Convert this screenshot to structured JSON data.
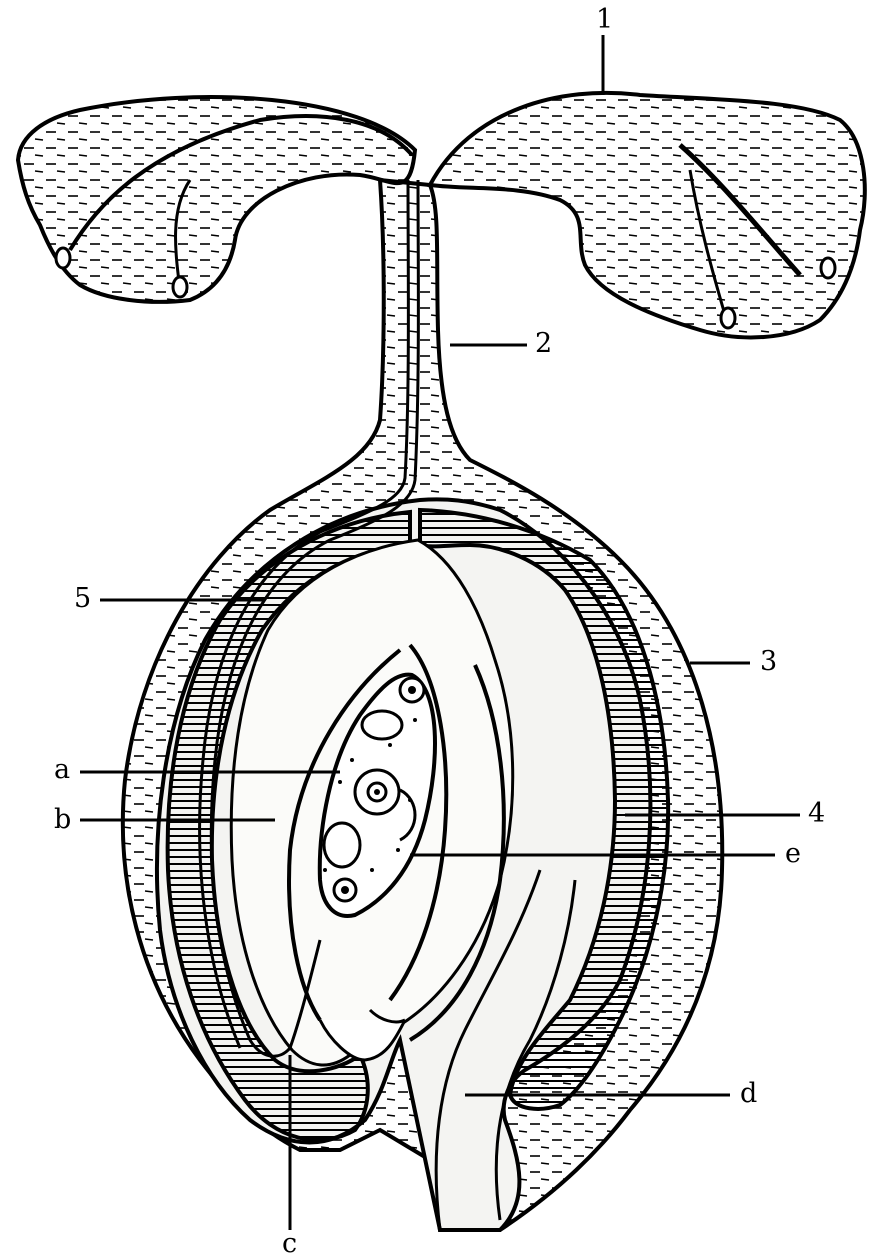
{
  "diagram": {
    "colors": {
      "ink": "#000000",
      "background": "#ffffff",
      "tissue": "#f4f4f2"
    },
    "labels": [
      {
        "id": "1",
        "text": "1"
      },
      {
        "id": "2",
        "text": "2"
      },
      {
        "id": "3",
        "text": "3"
      },
      {
        "id": "4",
        "text": "4"
      },
      {
        "id": "5",
        "text": "5"
      },
      {
        "id": "a",
        "text": "a"
      },
      {
        "id": "b",
        "text": "b"
      },
      {
        "id": "c",
        "text": "c"
      },
      {
        "id": "d",
        "text": "d"
      },
      {
        "id": "e",
        "text": "e"
      }
    ]
  }
}
